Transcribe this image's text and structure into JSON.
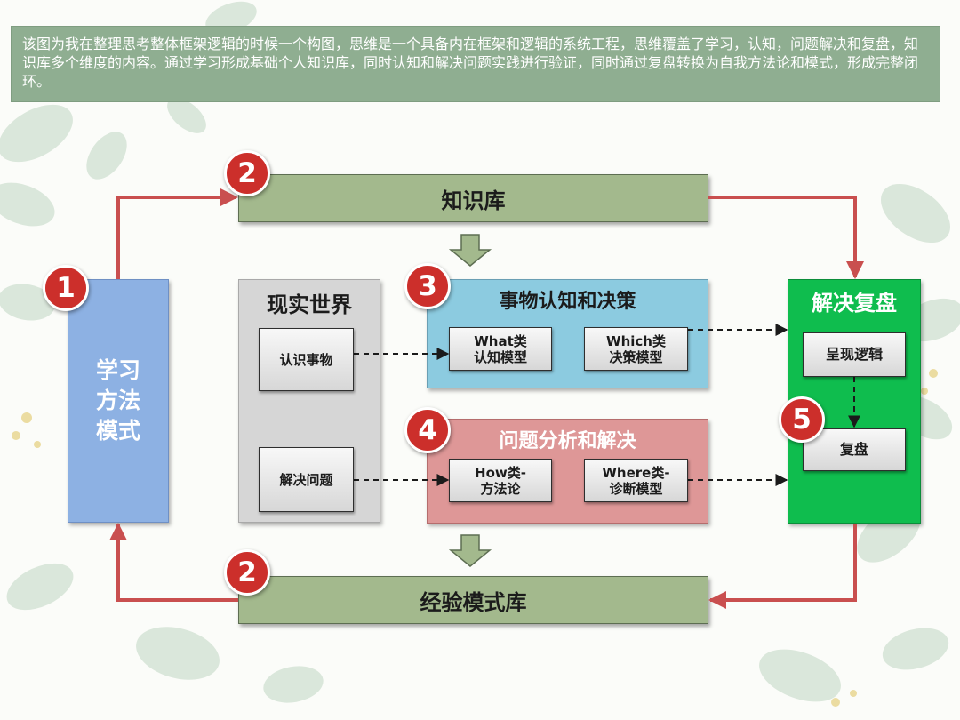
{
  "description": "该图为我在整理思考整体框架逻辑的时候一个构图，思维是一个具备内在框架和逻辑的系统工程，思维覆盖了学习，认知，问题解决和复盘，知识库多个维度的内容。通过学习形成基础个人知识库，同时认知和解决问题实践进行验证，同时通过复盘转换为自我方法论和模式，形成完整闭环。",
  "knowledge_base": {
    "label": "知识库",
    "badge": "2"
  },
  "experience_base": {
    "label": "经验模式库",
    "badge": "2"
  },
  "learning": {
    "label": "学习方法模式",
    "badge": "1"
  },
  "reality": {
    "title": "现实世界",
    "items": [
      {
        "label": "认识事物"
      },
      {
        "label": "解决问题"
      }
    ]
  },
  "cognition": {
    "title": "事物认知和决策",
    "badge": "3",
    "items": [
      {
        "line1": "What类",
        "line2": "认知模型"
      },
      {
        "line1": "Which类",
        "line2": "决策模型"
      }
    ]
  },
  "problem": {
    "title": "问题分析和解决",
    "badge": "4",
    "items": [
      {
        "line1": "How类-",
        "line2": "方法论"
      },
      {
        "line1": "Where类-",
        "line2": "诊断模型"
      }
    ]
  },
  "review": {
    "title": "解决复盘",
    "badge": "5",
    "items": [
      {
        "label": "呈现逻辑"
      },
      {
        "label": "复盘"
      }
    ]
  },
  "colors": {
    "bar": "#a3b98d",
    "learning": "#8db1e3",
    "cognition": "#8ccbe0",
    "problem": "#de9797",
    "review": "#0fbd4e",
    "reality": "#d6d6d6",
    "badge": "#cc2f2b",
    "connector": "#c94f4f",
    "description_bg": "#8fae91"
  }
}
